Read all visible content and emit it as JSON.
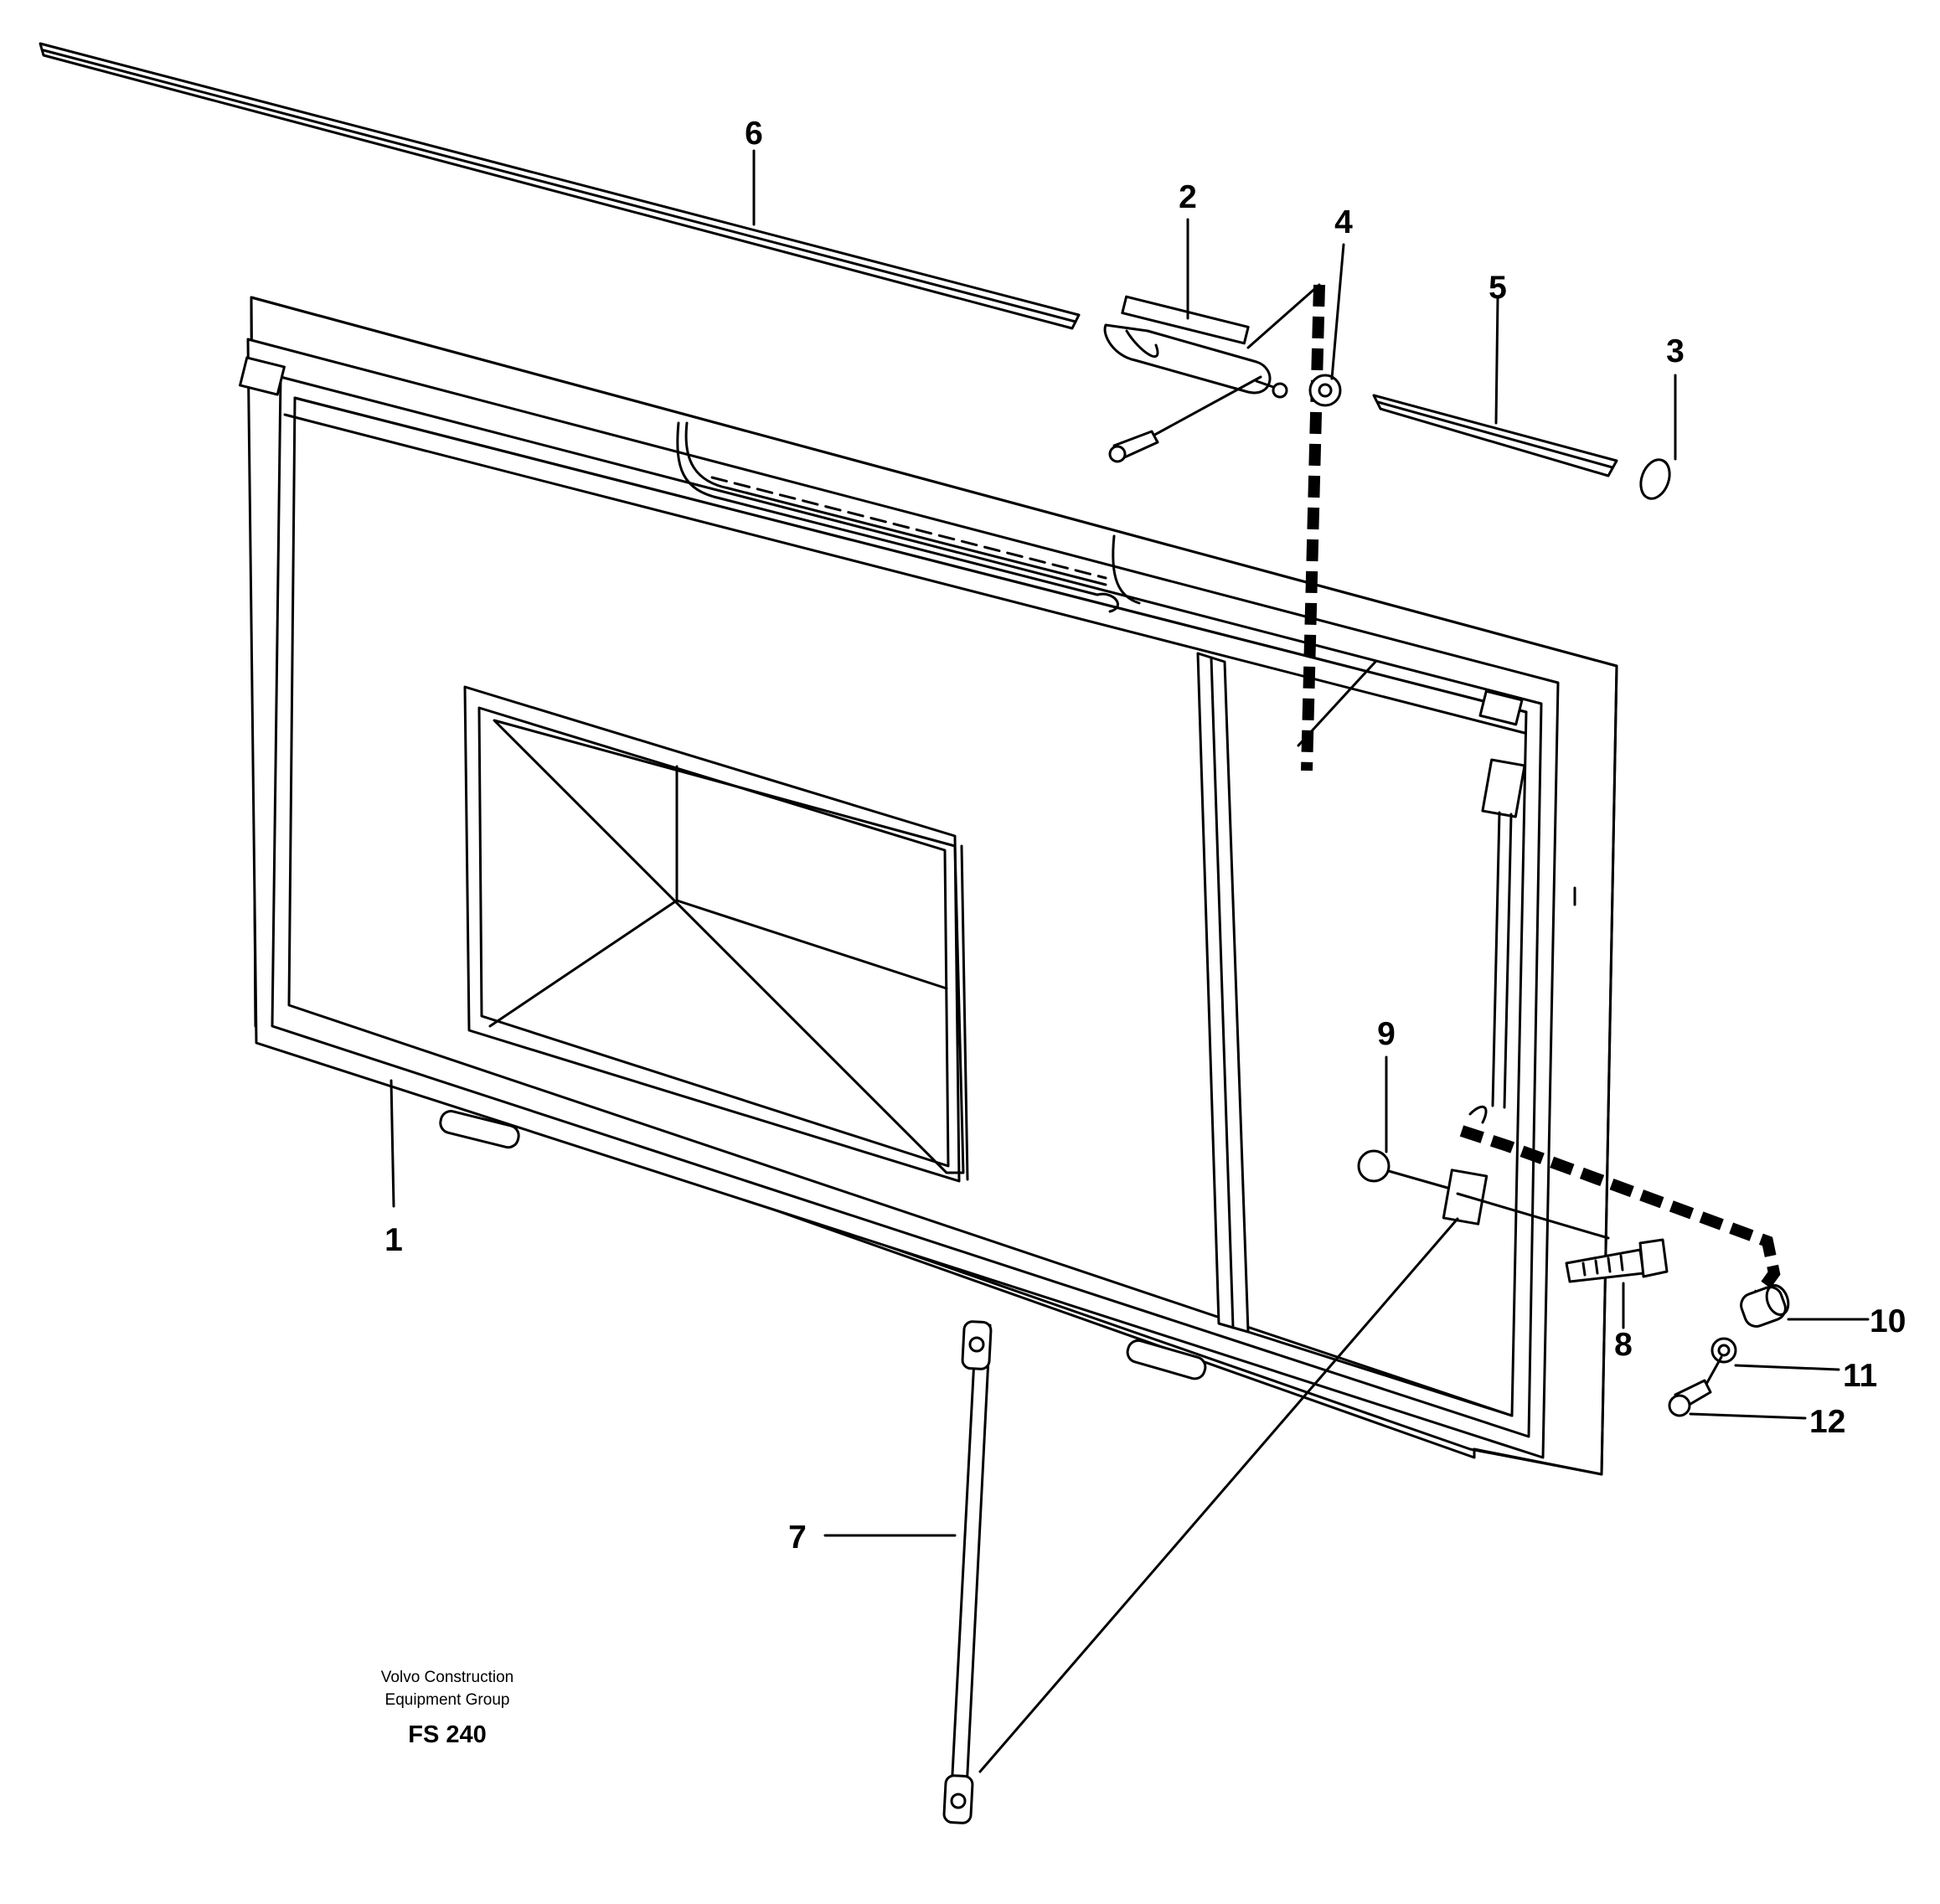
{
  "callouts": [
    {
      "id": "1",
      "label": "1"
    },
    {
      "id": "2",
      "label": "2"
    },
    {
      "id": "3",
      "label": "3"
    },
    {
      "id": "4",
      "label": "4"
    },
    {
      "id": "5",
      "label": "5"
    },
    {
      "id": "6",
      "label": "6"
    },
    {
      "id": "7",
      "label": "7"
    },
    {
      "id": "8",
      "label": "8"
    },
    {
      "id": "9",
      "label": "9"
    },
    {
      "id": "10",
      "label": "10"
    },
    {
      "id": "11",
      "label": "11"
    },
    {
      "id": "12",
      "label": "12"
    }
  ],
  "footer": {
    "company_line1": "Volvo Construction",
    "company_line2": "Equipment Group",
    "code": "FS 240"
  }
}
